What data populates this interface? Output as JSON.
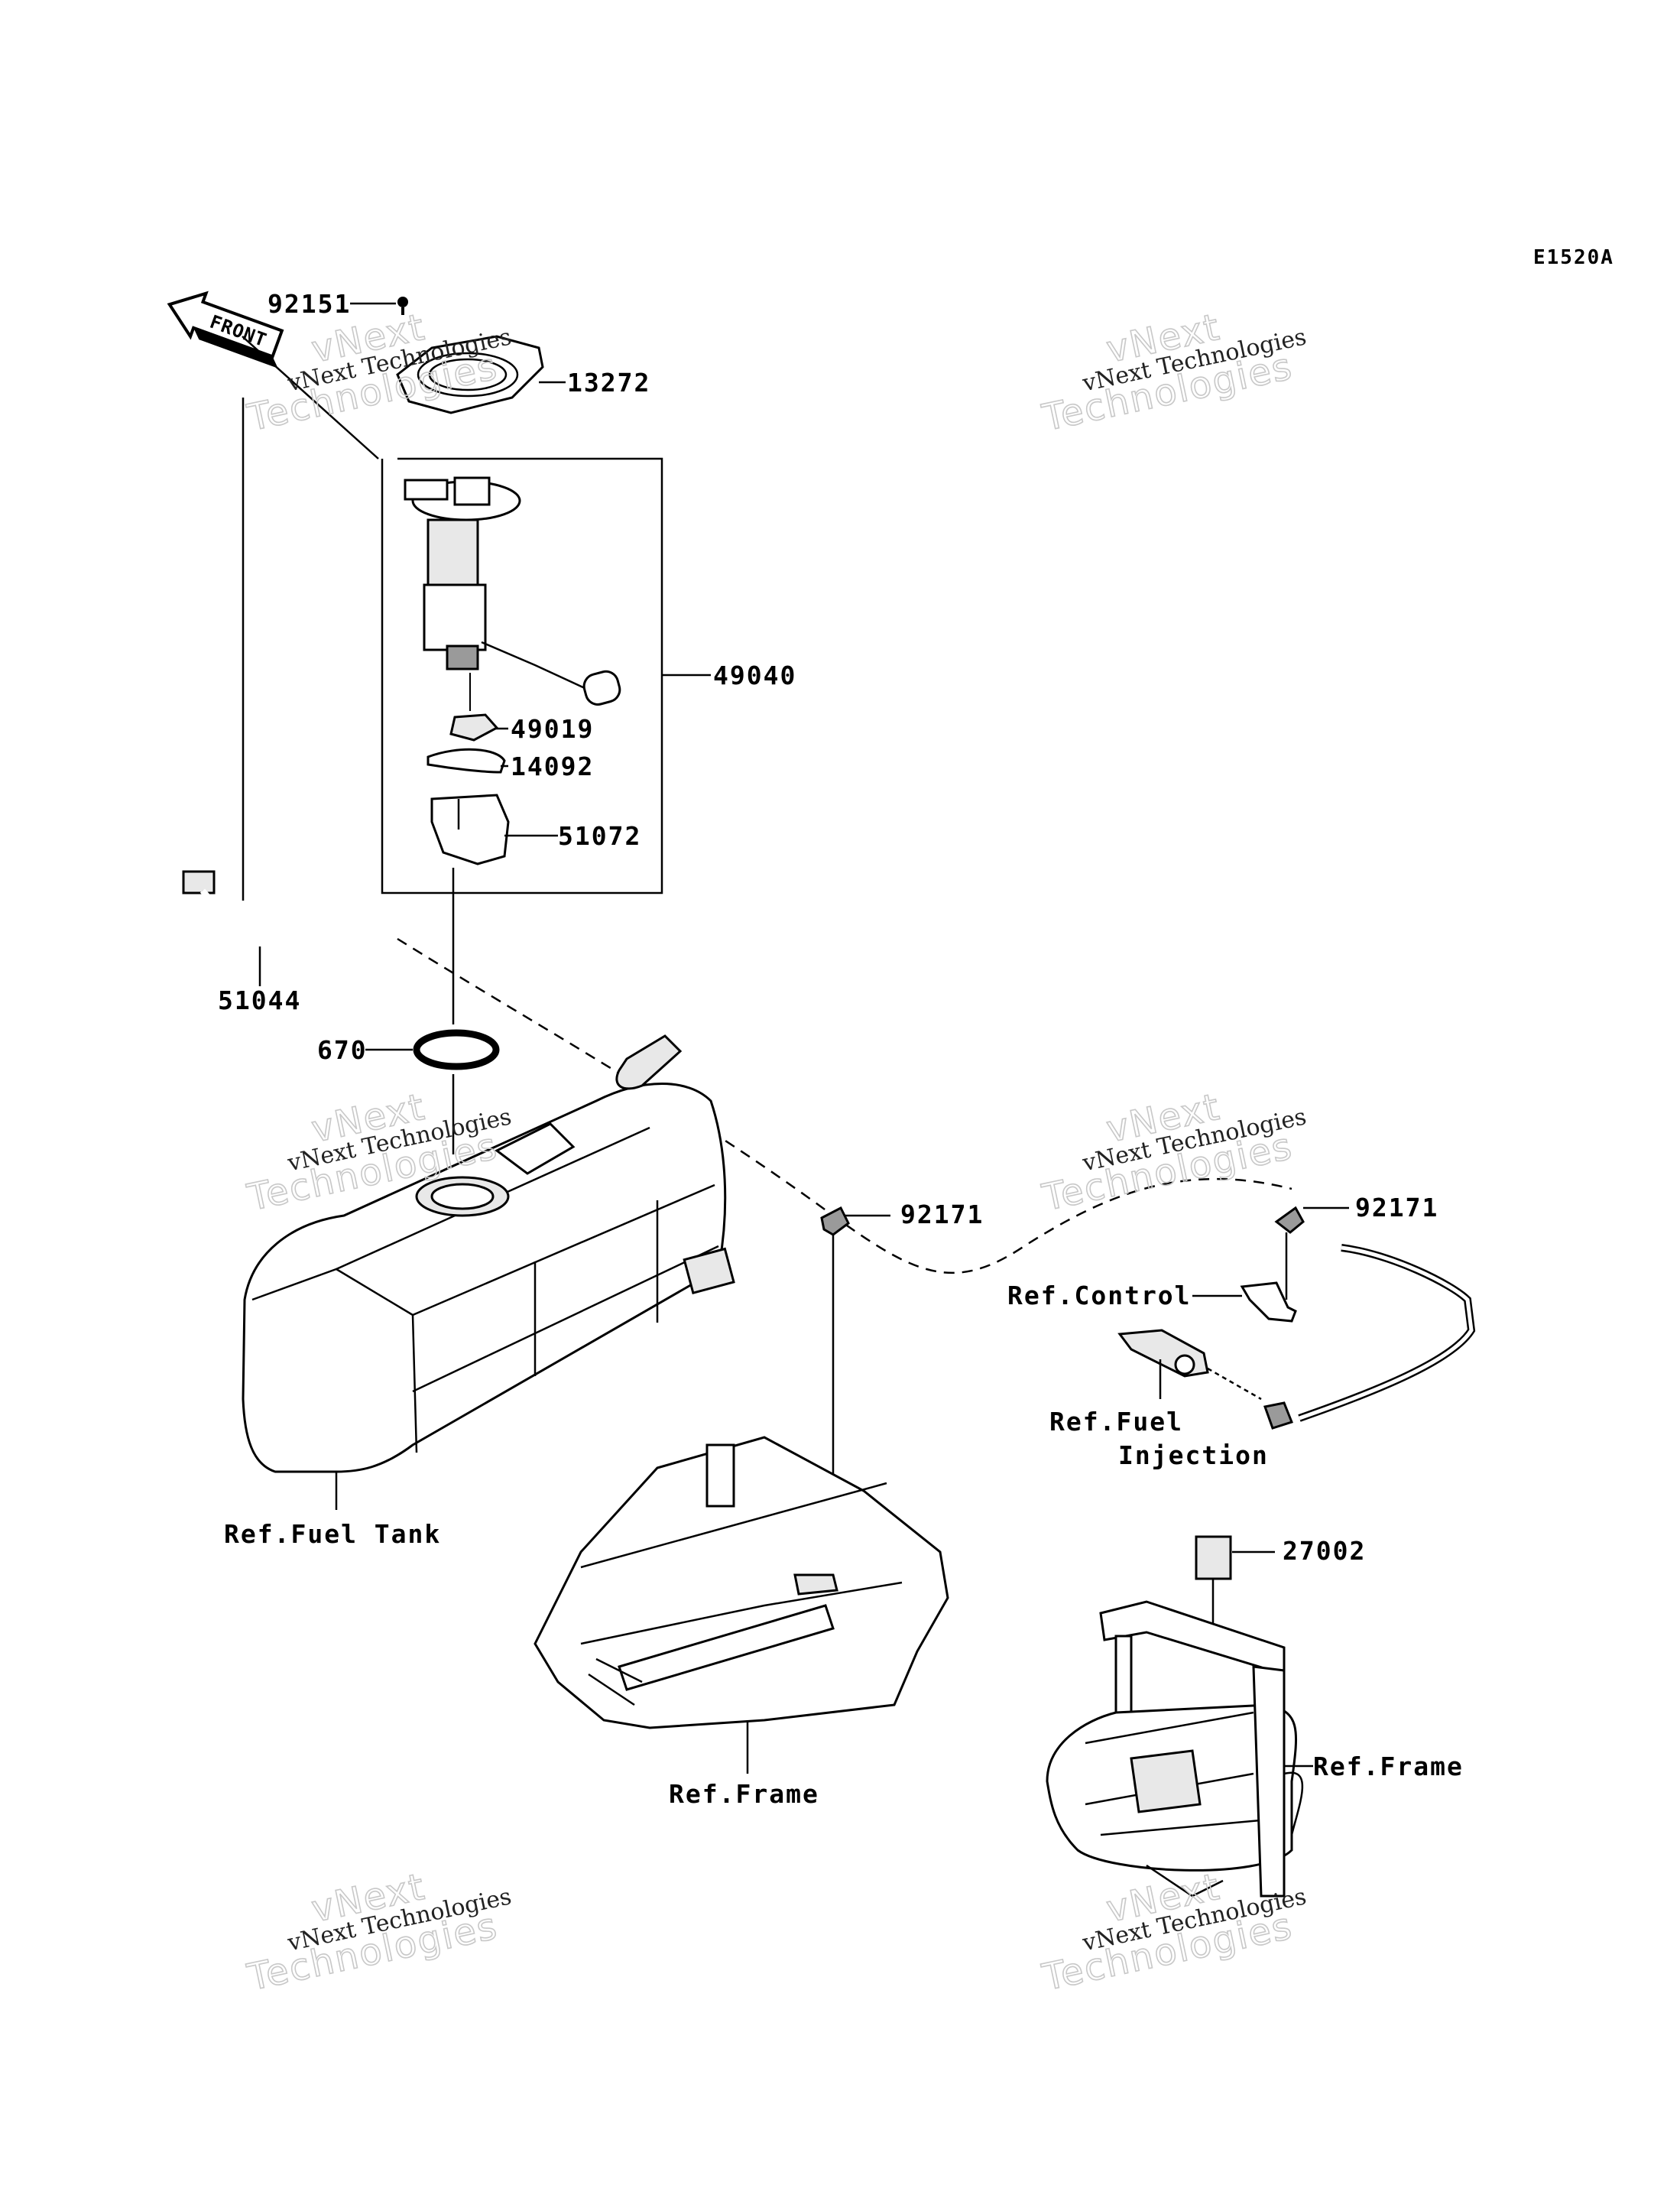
{
  "diagram": {
    "code": "E1520A",
    "front_label": "FRONT",
    "parts": {
      "p92151": "92151",
      "p13272": "13272",
      "p49040": "49040",
      "p49019": "49019",
      "p14092": "14092",
      "p51072": "51072",
      "p51044": "51044",
      "p670": "670",
      "p92171a": "92171",
      "p92171b": "92171",
      "p27002": "27002"
    },
    "refs": {
      "control": "Ref.Control",
      "fuel_injection_1": "Ref.Fuel",
      "fuel_injection_2": "Injection",
      "fuel_tank": "Ref.Fuel Tank",
      "frame_center": "Ref.Frame",
      "frame_right": "Ref.Frame"
    }
  },
  "watermark": {
    "line_top": "vNext",
    "line_mid": "vNext Technologies",
    "line_big": "Technologies"
  }
}
